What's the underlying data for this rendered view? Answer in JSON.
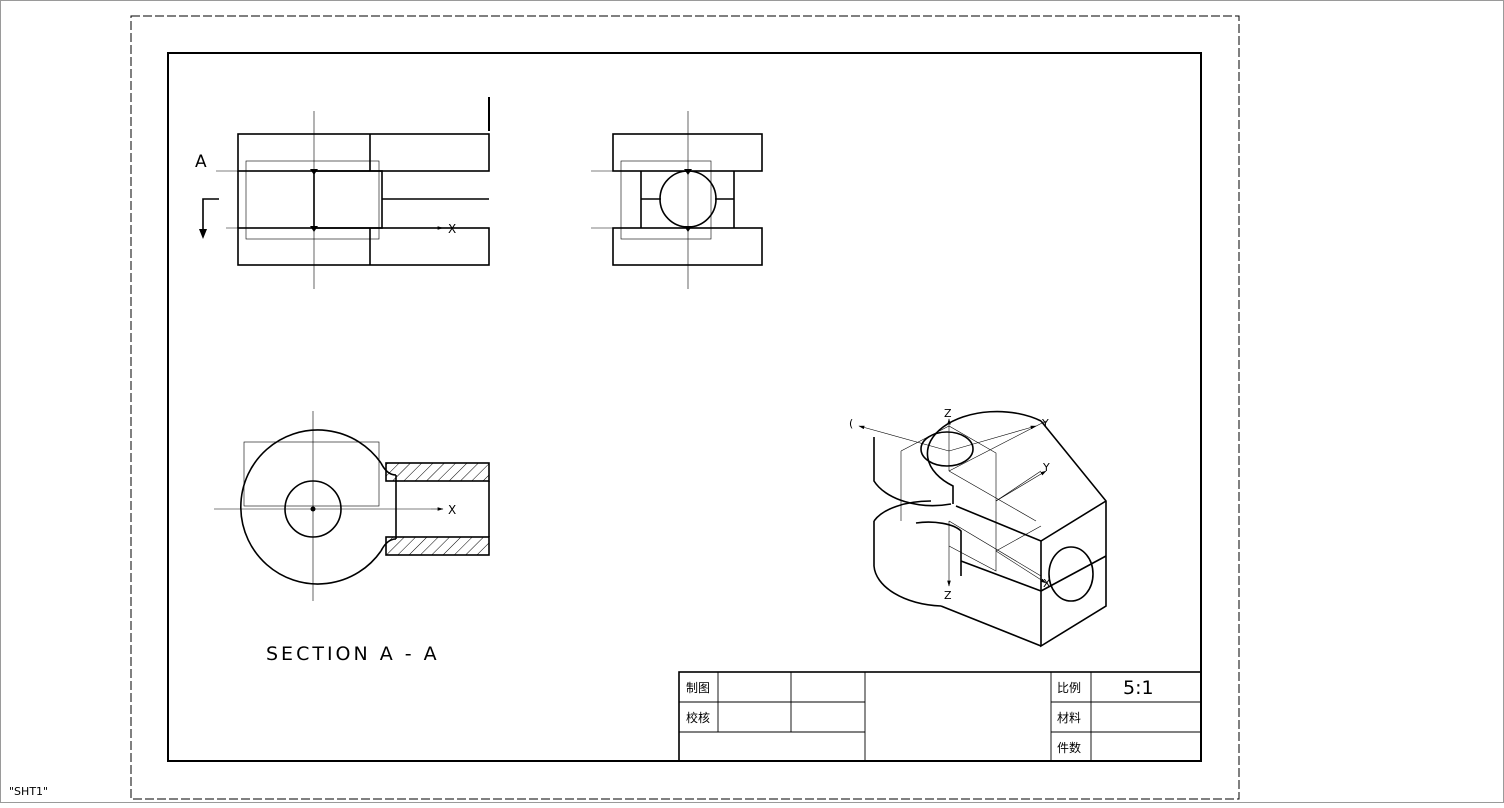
{
  "sheet": {
    "name": "\"SHT1\""
  },
  "views": {
    "front": {
      "section_mark": "A",
      "axis_label": "X"
    },
    "side": {},
    "section": {
      "axis_label": "X",
      "caption": "SECTION  A - A"
    },
    "iso": {
      "axis_z_top": "Z",
      "axis_y_top": "Y",
      "axis_y_mid": "Y",
      "axis_x_right": "X",
      "axis_z_bottom": "Z",
      "axis_left": "("
    }
  },
  "title_block": {
    "drawn_by_label": "制图",
    "checked_by_label": "校核",
    "scale_label": "比例",
    "scale_value": "5:1",
    "material_label": "材料",
    "quantity_label": "件数"
  }
}
